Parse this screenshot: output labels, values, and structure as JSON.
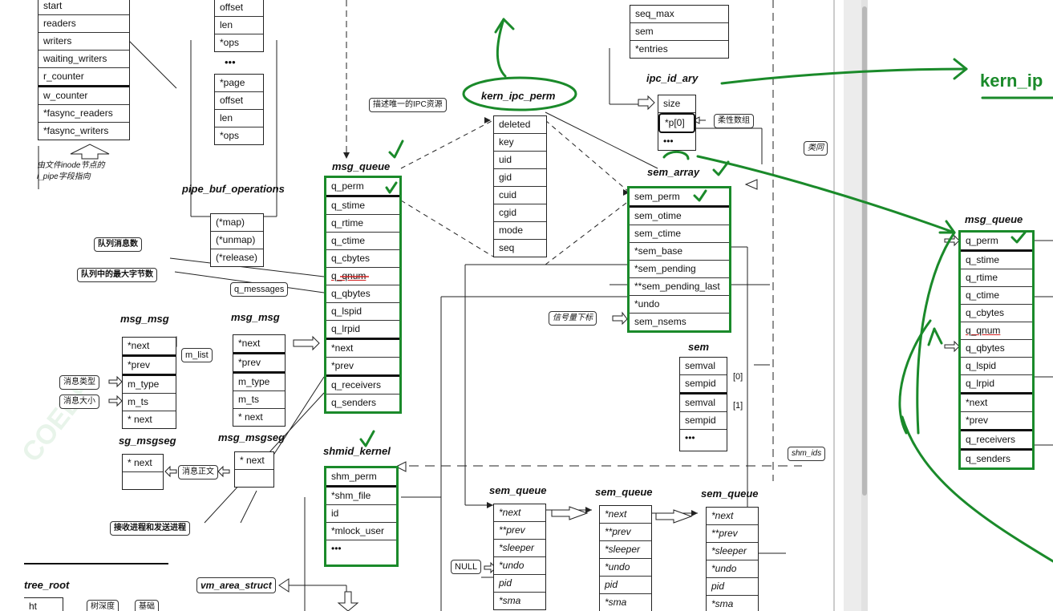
{
  "pipe_inode_info": {
    "fields": [
      "start",
      "readers",
      "writers",
      "waiting_writers",
      "r_counter",
      "w_counter",
      "*fasync_readers",
      "*fasync_writers"
    ]
  },
  "pipe_buffer_top": {
    "fields": [
      "offset",
      "len",
      "*ops"
    ]
  },
  "pipe_buffer_mid": {
    "fields": [
      "*page",
      "offset",
      "len",
      "*ops"
    ]
  },
  "ellipsis": "•••",
  "inode_note": {
    "line1": "由文件inode节点的",
    "line2": "i_pipe字段指向"
  },
  "pipe_buf_operations": {
    "title": "pipe_buf_operations",
    "fields": [
      "(*map)",
      "(*unmap)",
      "(*release)"
    ]
  },
  "msg_queue": {
    "title": "msg_queue",
    "fields": [
      "q_perm",
      "q_stime",
      "q_rtime",
      "q_ctime",
      "q_cbytes",
      "q_qnum",
      "q_qbytes",
      "q_lspid",
      "q_lrpid",
      "*next",
      "*prev",
      "q_receivers",
      "q_senders"
    ]
  },
  "kern_ipc_perm": {
    "title": "kern_ipc_perm",
    "fields": [
      "deleted",
      "key",
      "uid",
      "gid",
      "cuid",
      "cgid",
      "mode",
      "seq"
    ]
  },
  "ipc_ids_top": {
    "fields": [
      "seq_max",
      "sem",
      "*entries"
    ]
  },
  "ipc_id_ary": {
    "title": "ipc_id_ary",
    "fields": [
      "size",
      "*p[0]",
      "•••"
    ]
  },
  "sem_array": {
    "title": "sem_array",
    "fields": [
      "sem_perm",
      "sem_otime",
      "sem_ctime",
      "*sem_base",
      "*sem_pending",
      "**sem_pending_last",
      "*undo",
      "sem_nsems"
    ]
  },
  "sem": {
    "title": "sem",
    "fields": [
      "semval",
      "sempid",
      "semval",
      "sempid",
      "•••"
    ],
    "idx0": "[0]",
    "idx1": "[1]"
  },
  "notes": {
    "unique_ipc": "描述唯一的IPC资源",
    "array_data": "柔性数组",
    "same_type": "类同",
    "queue_msg_count": "队列消息数",
    "queue_max_bytes": "队列中的最大字节数",
    "msg_type": "消息类型",
    "msg_size": "消息大小",
    "msg_body": "消息正文",
    "recv_send_proc": "接收进程和发送进程",
    "sem_index": "信号量下标",
    "shm_ids": "shm_ids",
    "tree_depth": "树深度",
    "base": "基础"
  },
  "q_messages": "q_messages",
  "m_list": "m_list",
  "msg_msg_1": {
    "title": "msg_msg",
    "fields": [
      "*next",
      "*prev",
      "m_type",
      "m_ts",
      "* next"
    ]
  },
  "msg_msg_2": {
    "title": "msg_msg",
    "fields": [
      "*next",
      "*prev",
      "m_type",
      "m_ts",
      "* next"
    ]
  },
  "msg_msgseg_1": {
    "title": "sg_msgseg",
    "fields": [
      "* next",
      ""
    ]
  },
  "msg_msgseg_2": {
    "title": "msg_msgseg",
    "fields": [
      "* next",
      ""
    ]
  },
  "shmid_kernel": {
    "title": "shmid_kernel",
    "fields": [
      "shm_perm",
      "*shm_file",
      "id",
      "*mlock_user",
      "•••"
    ]
  },
  "sem_queue_1": {
    "title": "sem_queue",
    "fields": [
      "*next",
      "**prev",
      "*sleeper",
      "*undo",
      "pid",
      "*sma"
    ]
  },
  "sem_queue_2": {
    "title": "sem_queue",
    "fields": [
      "*next",
      "**prev",
      "*sleeper",
      "*undo",
      "pid",
      "*sma"
    ]
  },
  "sem_queue_3": {
    "title": "sem_queue",
    "fields": [
      "*next",
      "**prev",
      "*sleeper",
      "*undo",
      "pid",
      "*sma"
    ]
  },
  "null_label": "NULL",
  "tree_root": {
    "title": "tree_root",
    "partial_field": "ht"
  },
  "vm_area_struct": {
    "title": "vm_area_struct"
  },
  "right_pane": {
    "big_title": "kern_ip",
    "msg_queue_title": "msg_queue",
    "fields": [
      "q_perm",
      "q_stime",
      "q_rtime",
      "q_ctime",
      "q_cbytes",
      "q_qnum",
      "q_qbytes",
      "q_lspid",
      "q_lrpid",
      "*next",
      "*prev",
      "q_receivers",
      "q_senders"
    ]
  },
  "watermark": "COEDR",
  "colors": {
    "annotation_green": "#1a8a2a",
    "red_underline": "#d42020",
    "line": "#222222"
  }
}
